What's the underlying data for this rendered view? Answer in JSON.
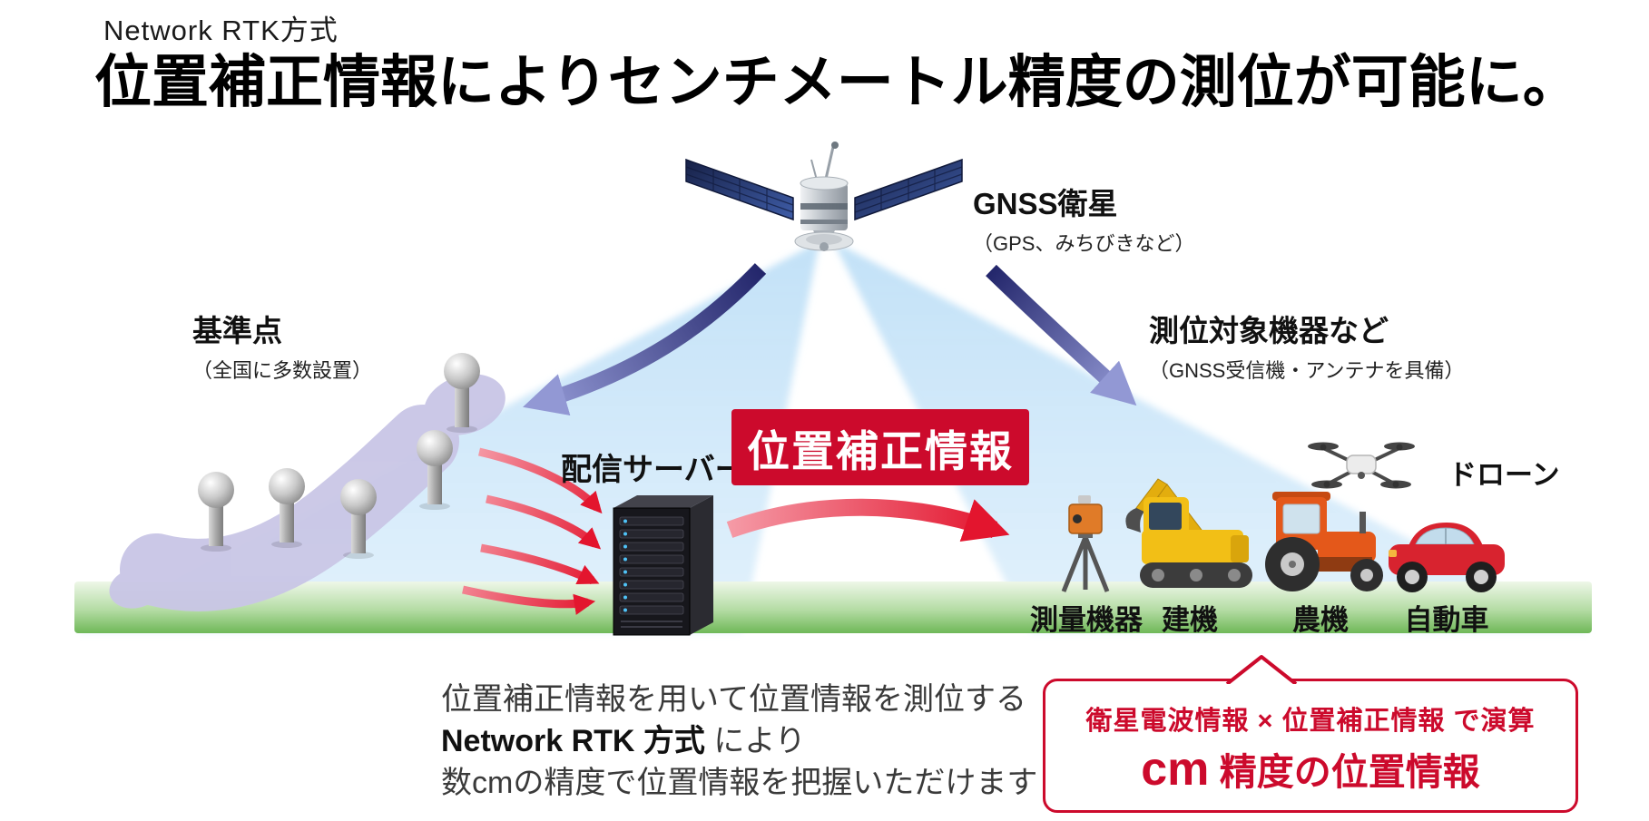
{
  "header": {
    "kicker": "Network RTK方式",
    "title": "位置補正情報によりセンチメートル精度の測位が可能に。"
  },
  "satellite": {
    "label": "GNSS衛星",
    "sublabel": "（GPS、みちびきなど）"
  },
  "base_station": {
    "label": "基準点",
    "sublabel": "（全国に多数設置）"
  },
  "server": {
    "label": "配信サーバー"
  },
  "correction_badge": {
    "label": "位置補正情報"
  },
  "devices": {
    "label": "測位対象機器など",
    "sublabel": "（GNSS受信機・アンテナを具備）",
    "drone_label": "ドローン",
    "items": [
      {
        "name": "測量機器"
      },
      {
        "name": "建機"
      },
      {
        "name": "農機"
      },
      {
        "name": "自動車"
      }
    ]
  },
  "footnote": {
    "line1": "位置補正情報を用いて位置情報を測位する",
    "line2_bold": "Network RTK 方式",
    "line2_rest": " により",
    "line3": "数cmの精度で位置情報を把握いただけます"
  },
  "callout": {
    "line1": "衛星電波情報 × 位置補正情報 で演算",
    "unit": "cm",
    "line2": " 精度の位置情報"
  },
  "icons": [
    "gnss-satellite",
    "signal-beam",
    "japan-map",
    "base-station-antenna",
    "delivery-server",
    "downlink-arrow",
    "correction-arrow",
    "surveying-equipment",
    "excavator",
    "tractor",
    "car",
    "drone"
  ],
  "colors": {
    "accent_red": "#cc0a2c",
    "arrow_red": "#e3152e",
    "beam_blue": "#cfe7fa",
    "ground_green": "#6fb858",
    "purple_dark": "#23266b",
    "purple_light": "#9298d4",
    "map_lavender": "#c9c6e6"
  }
}
